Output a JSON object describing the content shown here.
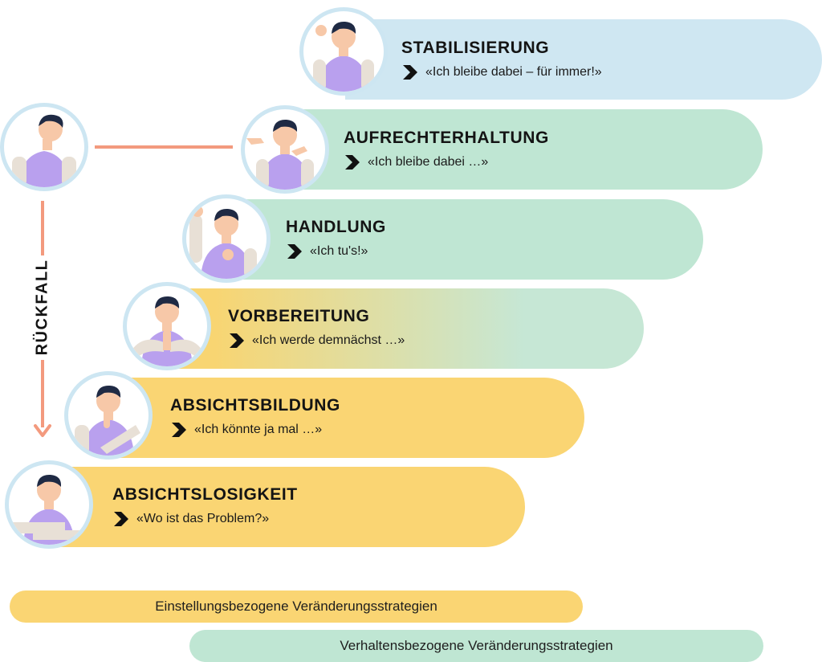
{
  "stages": [
    {
      "title": "STABILISIERUNG",
      "quote": "«Ich bleibe dabei – für immer!»",
      "bar_color": "#cfe7f2",
      "icon": "person-ok-gesture-icon"
    },
    {
      "title": "AUFRECHTERHALTUNG",
      "quote": "«Ich bleibe dabei …»",
      "bar_color": "#bfe6d3",
      "icon": "person-pointing-icon"
    },
    {
      "title": "HANDLUNG",
      "quote": "«Ich tu's!»",
      "bar_color": "#bfe6d3",
      "icon": "person-saluting-icon"
    },
    {
      "title": "VORBEREITUNG",
      "quote": "«Ich werde demnächst …»",
      "bar_color_start": "#f8d572",
      "bar_color_end": "#c6e7d5",
      "icon": "person-praying-hands-icon"
    },
    {
      "title": "ABSICHTSBILDUNG",
      "quote": "«Ich könnte ja mal …»",
      "bar_color": "#fad573",
      "icon": "person-thinking-icon"
    },
    {
      "title": "ABSICHTSLOSIGKEIT",
      "quote": "«Wo ist das Problem?»",
      "bar_color": "#fad573",
      "icon": "person-arms-crossed-icon"
    }
  ],
  "relapse": {
    "label": "RÜCKFALL",
    "icon": "person-sad-icon",
    "color": "#f39a7e"
  },
  "strategies": [
    {
      "label": "Einstellungsbezogene Veränderungsstrategien",
      "color": "#fad573"
    },
    {
      "label": "Verhaltensbezogene Veränderungsstrategien",
      "color": "#bfe6d3"
    }
  ],
  "colors": {
    "skin": "#f7c8a8",
    "shirt": "#b9a0ee",
    "hair": "#1f2a44",
    "sleeve": "#e8e0d6",
    "circle_ring": "#cde6f2"
  }
}
